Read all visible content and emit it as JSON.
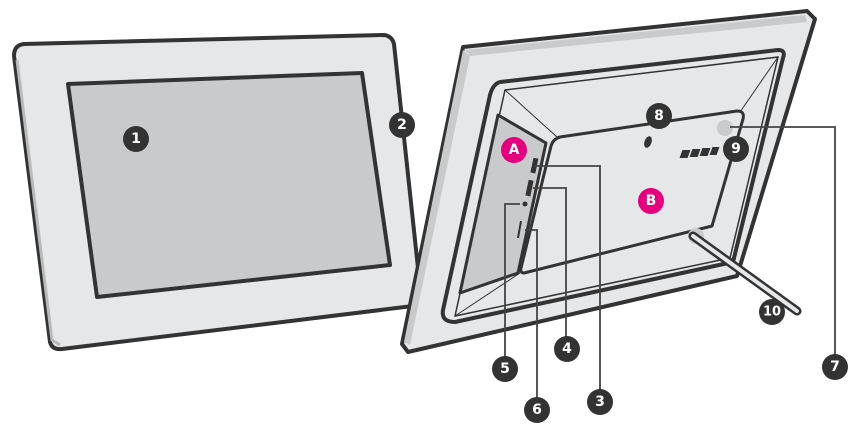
{
  "colors": {
    "outline": "#333333",
    "frame": "#e6e7e9",
    "screen": "#c9cacc",
    "accent": "#e6007e",
    "badge": "#333333"
  },
  "callouts": {
    "n1": "1",
    "n2": "2",
    "n3": "3",
    "n4": "4",
    "n5": "5",
    "n6": "6",
    "n7": "7",
    "n8": "8",
    "n9": "9",
    "n10": "10"
  },
  "regions": {
    "a": "A",
    "b": "B"
  }
}
